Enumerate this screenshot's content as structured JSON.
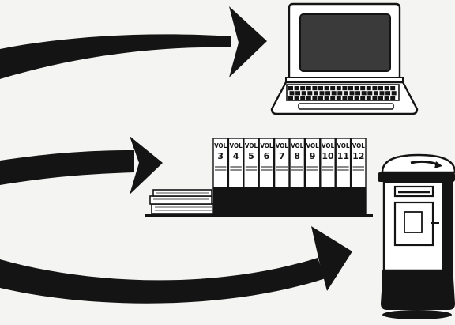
{
  "colors": {
    "background": "#f4f4f2",
    "ink": "#141414",
    "screen": "#3a3a3a",
    "paper": "#ffffff"
  },
  "arrows": [
    {
      "name": "arrow-to-laptop",
      "target": "laptop"
    },
    {
      "name": "arrow-to-books",
      "target": "book-volumes"
    },
    {
      "name": "arrow-to-postbox",
      "target": "postbox"
    }
  ],
  "laptop": {
    "icon": "laptop-icon"
  },
  "books": {
    "icon": "books-icon",
    "volumes": [
      {
        "prefix": "VOL",
        "number": "3"
      },
      {
        "prefix": "VOL",
        "number": "4"
      },
      {
        "prefix": "VOL",
        "number": "5"
      },
      {
        "prefix": "VOL",
        "number": "6"
      },
      {
        "prefix": "VOL",
        "number": "7"
      },
      {
        "prefix": "VOL",
        "number": "8"
      },
      {
        "prefix": "VOL",
        "number": "9"
      },
      {
        "prefix": "VOL",
        "number": "10"
      },
      {
        "prefix": "VOL",
        "number": "11"
      },
      {
        "prefix": "VOL",
        "number": "12"
      }
    ]
  },
  "postbox": {
    "icon": "postbox-icon"
  }
}
